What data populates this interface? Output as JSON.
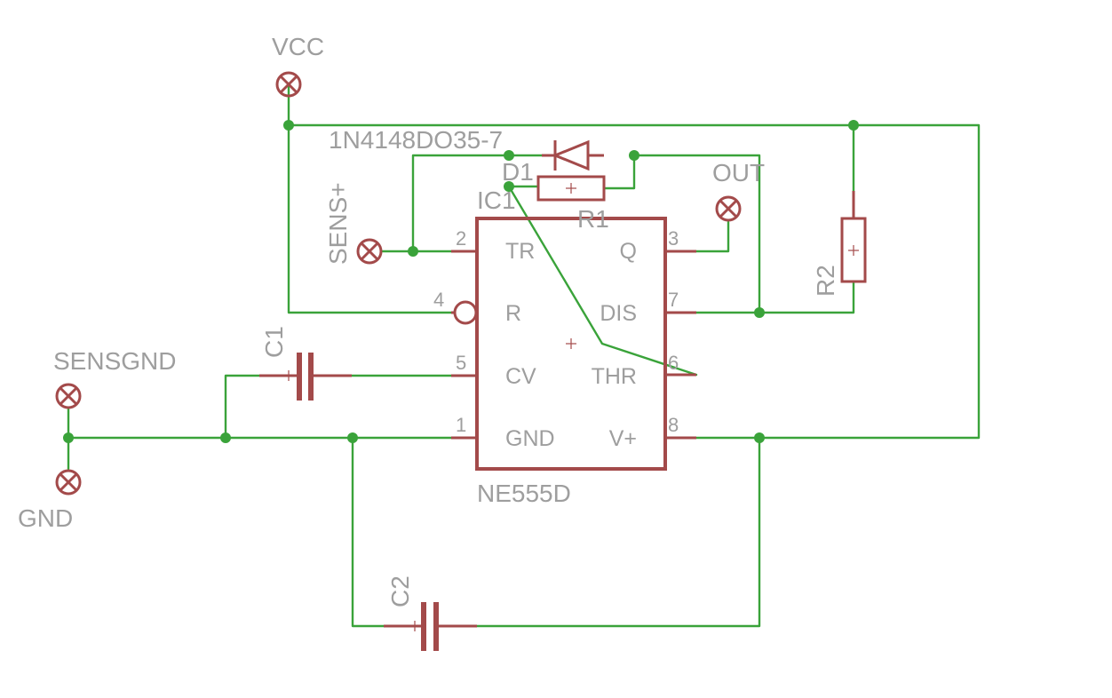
{
  "schematic": {
    "ic": {
      "name": "IC1",
      "value": "NE555D",
      "pins": [
        {
          "num": "2",
          "label": "TR"
        },
        {
          "num": "4",
          "label": "R"
        },
        {
          "num": "5",
          "label": "CV"
        },
        {
          "num": "1",
          "label": "GND"
        },
        {
          "num": "3",
          "label": "Q"
        },
        {
          "num": "7",
          "label": "DIS"
        },
        {
          "num": "6",
          "label": "THR"
        },
        {
          "num": "8",
          "label": "V+"
        }
      ]
    },
    "diode": {
      "name": "D1",
      "value": "1N4148DO35-7"
    },
    "r1": {
      "name": "R1"
    },
    "r2": {
      "name": "R2"
    },
    "c1": {
      "name": "C1"
    },
    "c2": {
      "name": "C2"
    },
    "connectors": {
      "vcc": "VCC",
      "sens_plus": "SENS+",
      "out": "OUT",
      "sensgnd": "SENSGND",
      "gnd": "GND"
    },
    "colors": {
      "wire": "#3aa33a",
      "symbol": "#a34a4a",
      "label": "#9e9e9e"
    }
  }
}
